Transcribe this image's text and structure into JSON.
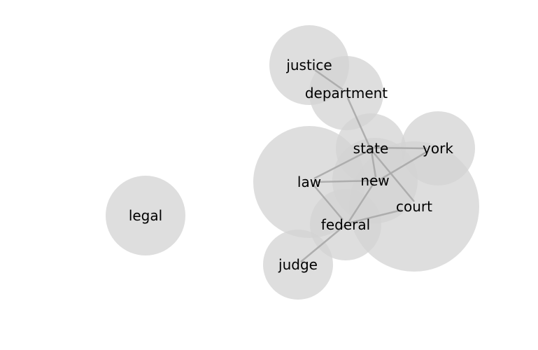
{
  "graph": {
    "nodes": [
      {
        "id": "justice",
        "label": "justice"
      },
      {
        "id": "department",
        "label": "department"
      },
      {
        "id": "state",
        "label": "state"
      },
      {
        "id": "york",
        "label": "york"
      },
      {
        "id": "law",
        "label": "law"
      },
      {
        "id": "new",
        "label": "new"
      },
      {
        "id": "court",
        "label": "court"
      },
      {
        "id": "federal",
        "label": "federal"
      },
      {
        "id": "legal",
        "label": "legal"
      },
      {
        "id": "judge",
        "label": "judge"
      }
    ],
    "edges": [
      {
        "source": "justice",
        "target": "department"
      },
      {
        "source": "department",
        "target": "state"
      },
      {
        "source": "state",
        "target": "york"
      },
      {
        "source": "state",
        "target": "law"
      },
      {
        "source": "state",
        "target": "new"
      },
      {
        "source": "state",
        "target": "court"
      },
      {
        "source": "law",
        "target": "new"
      },
      {
        "source": "law",
        "target": "federal"
      },
      {
        "source": "new",
        "target": "federal"
      },
      {
        "source": "new",
        "target": "york"
      },
      {
        "source": "federal",
        "target": "court"
      },
      {
        "source": "federal",
        "target": "judge"
      }
    ]
  },
  "colors": {
    "node_fill": "#d3d3d3",
    "edge": "#a9a9a9",
    "label": "#000000",
    "background": "#ffffff"
  }
}
